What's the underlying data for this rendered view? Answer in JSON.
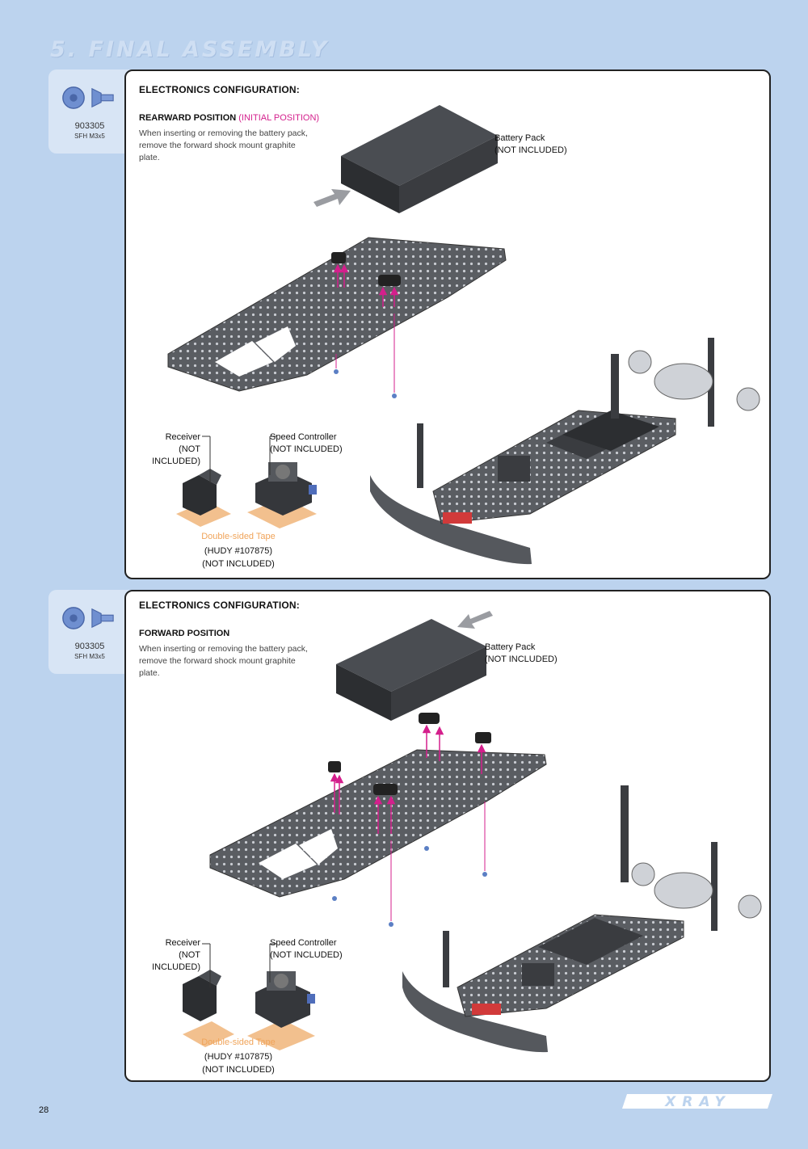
{
  "page": {
    "section_title": "5. FINAL ASSEMBLY",
    "page_number": "28",
    "logo_text": "XRAY"
  },
  "colors": {
    "background": "#bcd3ee",
    "accent_pink": "#d41f8c",
    "tape_orange": "#f0a45a",
    "hardware_blue": "#5b7fc4"
  },
  "panels": [
    {
      "part": {
        "code": "903305",
        "desc": "SFH M3x5",
        "icons": [
          "screw-head-icon",
          "screw-side-icon"
        ]
      },
      "heading": "ELECTRONICS CONFIGURATION:",
      "subheading": "REARWARD POSITION ",
      "subheading_note": "(INITIAL POSITION)",
      "note": "When inserting or removing the battery pack, remove the forward shock mount graphite plate.",
      "battery_label": [
        "Battery Pack",
        "(NOT INCLUDED)"
      ],
      "receiver_label": [
        "Receiver",
        "(NOT INCLUDED)"
      ],
      "esc_label": [
        "Speed Controller",
        "(NOT INCLUDED)"
      ],
      "tape_label": "Double-sided Tape",
      "tape_sub": [
        "(HUDY #107875)",
        "(NOT INCLUDED)"
      ]
    },
    {
      "part": {
        "code": "903305",
        "desc": "SFH M3x5",
        "icons": [
          "screw-head-icon",
          "screw-side-icon"
        ]
      },
      "heading": "ELECTRONICS CONFIGURATION:",
      "subheading": "FORWARD POSITION",
      "subheading_note": "",
      "note": "When inserting or removing the battery pack, remove the forward shock mount graphite plate.",
      "battery_label": [
        "Battery Pack",
        "(NOT INCLUDED)"
      ],
      "receiver_label": [
        "Receiver",
        "(NOT INCLUDED)"
      ],
      "esc_label": [
        "Speed Controller",
        "(NOT INCLUDED)"
      ],
      "tape_label": "Double-sided Tape",
      "tape_sub": [
        "(HUDY #107875)",
        "(NOT INCLUDED)"
      ]
    }
  ]
}
